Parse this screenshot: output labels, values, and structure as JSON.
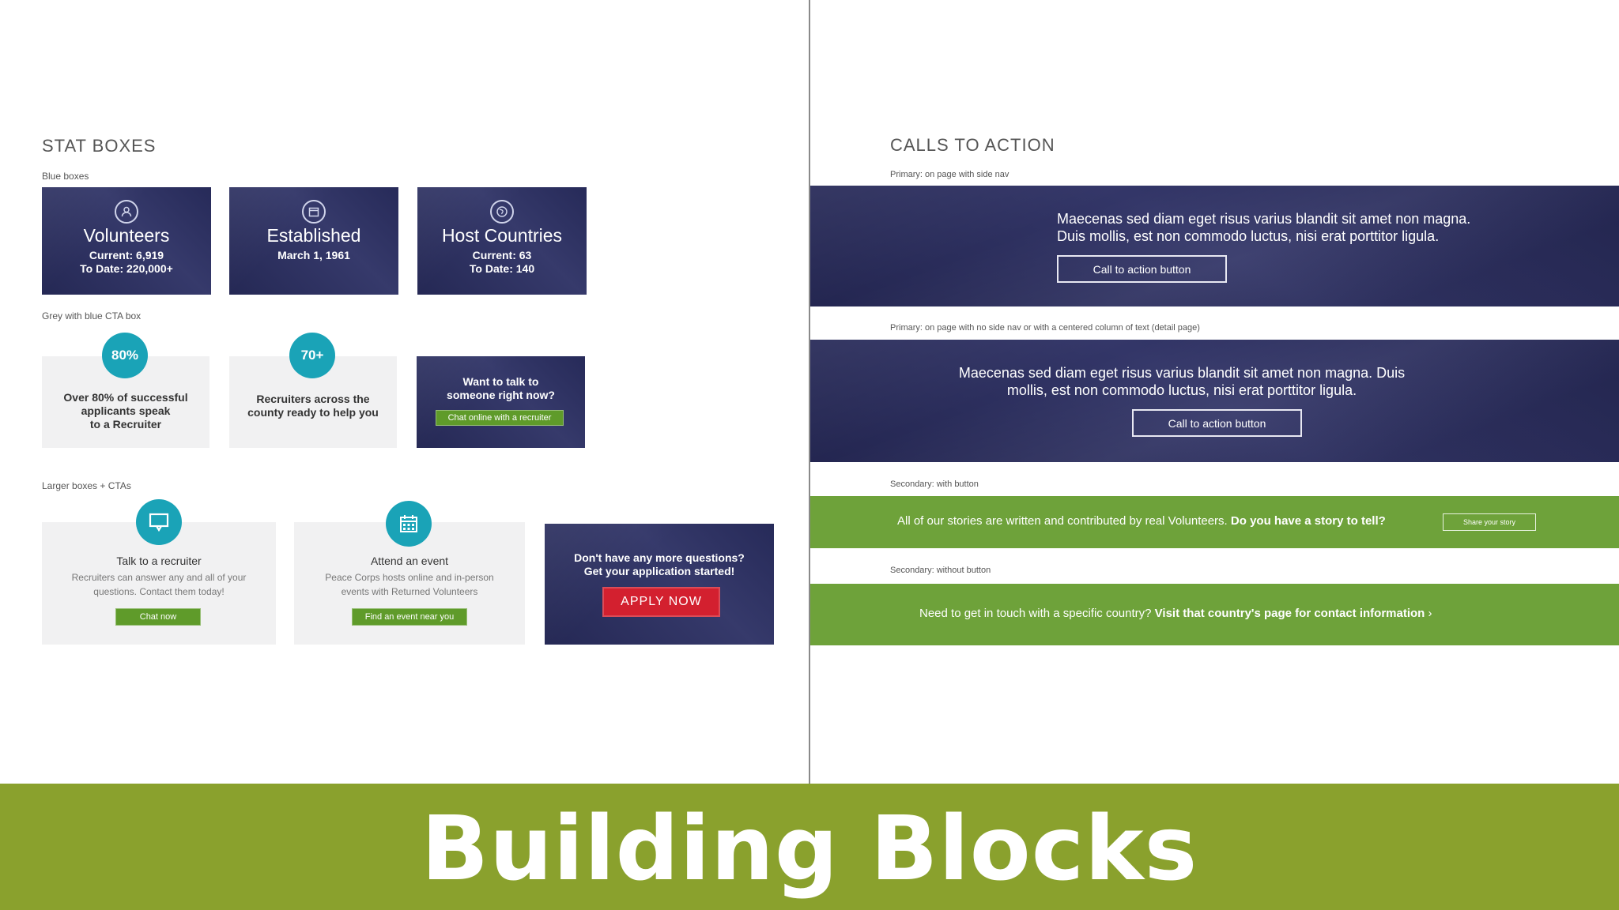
{
  "stat_boxes": {
    "title": "STAT BOXES",
    "blue_label": "Blue boxes",
    "blue": [
      {
        "icon": "volunteer-icon",
        "title": "Volunteers",
        "line1": "Current: 6,919",
        "line2": "To Date: 220,000+"
      },
      {
        "icon": "calendar-icon",
        "title": "Established",
        "line1": "March 1, 1961",
        "line2": ""
      },
      {
        "icon": "globe-icon",
        "title": "Host Countries",
        "line1": "Current: 63",
        "line2": "To Date: 140"
      }
    ],
    "grey_label": "Grey with blue CTA box",
    "grey": [
      {
        "badge": "80%",
        "text1": "Over 80% of successful",
        "text2": "applicants speak",
        "text3": "to a Recruiter"
      },
      {
        "badge": "70+",
        "text1": "Recruiters across the",
        "text2": "county ready to help you",
        "text3": ""
      }
    ],
    "grey_cta": {
      "line1": "Want to talk to",
      "line2": "someone right now?",
      "button": "Chat online with a recruiter"
    },
    "larger_label": "Larger boxes + CTAs",
    "larger": [
      {
        "icon": "chat-icon",
        "title": "Talk to a recruiter",
        "desc1": "Recruiters can answer any and all of your",
        "desc2": "questions. Contact them today!",
        "button": "Chat now"
      },
      {
        "icon": "calendar-grid-icon",
        "title": "Attend an event",
        "desc1": "Peace Corps hosts online and in-person",
        "desc2": "events with Returned Volunteers",
        "button": "Find an event near you"
      }
    ],
    "larger_cta": {
      "line1": "Don't have any more questions?",
      "line2": "Get your application started!",
      "button": "APPLY NOW"
    }
  },
  "calls_to_action": {
    "title": "CALLS TO ACTION",
    "primary_side_label": "Primary: on page with side nav",
    "primary_side": {
      "line1": "Maecenas sed diam eget risus varius blandit sit amet non magna.",
      "line2": "Duis mollis, est non commodo luctus, nisi erat porttitor ligula.",
      "button": "Call to action button"
    },
    "primary_center_label": "Primary: on page with no side nav or with a centered column of text (detail page)",
    "primary_center": {
      "line1": "Maecenas sed diam eget risus varius blandit sit amet non magna. Duis",
      "line2": "mollis, est non commodo luctus, nisi erat porttitor ligula.",
      "button": "Call to action button"
    },
    "secondary_button_label": "Secondary: with button",
    "secondary_button": {
      "text": "All of our stories are written and contributed by real Volunteers.",
      "bold": "Do you have a story to tell?",
      "button": "Share your story"
    },
    "secondary_nobutton_label": "Secondary: without button",
    "secondary_nobutton": {
      "text": "Need to get in touch with a specific country?",
      "link": "Visit that country's page for contact information",
      "chevron": "›"
    }
  },
  "banner": {
    "title": "Building Blocks"
  },
  "colors": {
    "navy": "#2b2f63",
    "teal": "#1aa3b7",
    "green": "#6ea23a",
    "red": "#d3202f",
    "olive": "#8aa12d"
  }
}
